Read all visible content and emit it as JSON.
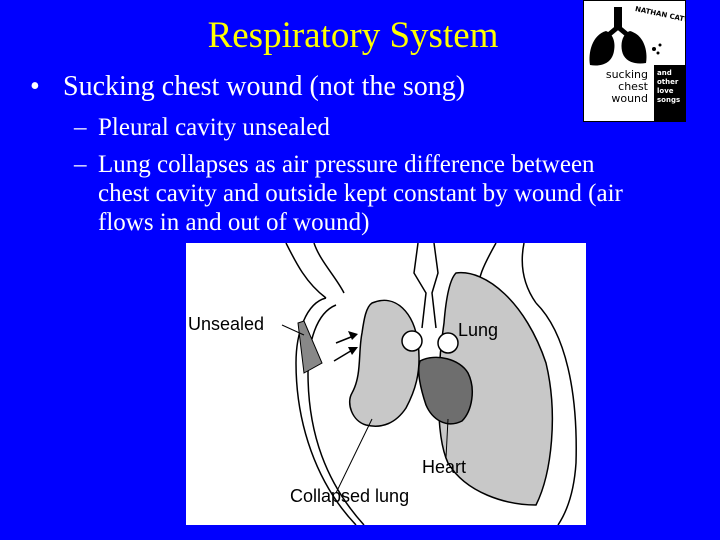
{
  "slide": {
    "title": "Respiratory System",
    "bullet_symbol": "•",
    "bullet": "Sucking chest wound (not the song)",
    "sub_dash": "–",
    "sub1": "Pleural cavity unsealed",
    "sub2_line1": "Lung collapses as air pressure difference between",
    "sub2_line2": "chest cavity and outside kept constant by wound (air",
    "sub2_line3": "flows in and out of wound)"
  },
  "album": {
    "artist": "NATHAN CATWAY",
    "title_line1": "sucking",
    "title_line2": "chest",
    "title_line3": "wound",
    "sub_line1": "and",
    "sub_line2": "other",
    "sub_line3": "love",
    "sub_line4": "songs"
  },
  "diagram": {
    "label_unsealed": "Unsealed",
    "label_lung": "Lung",
    "label_heart": "Heart",
    "label_collapsed": "Collapsed lung"
  },
  "colors": {
    "background": "#0000ff",
    "title": "#ffff00",
    "text": "#ffffff"
  }
}
